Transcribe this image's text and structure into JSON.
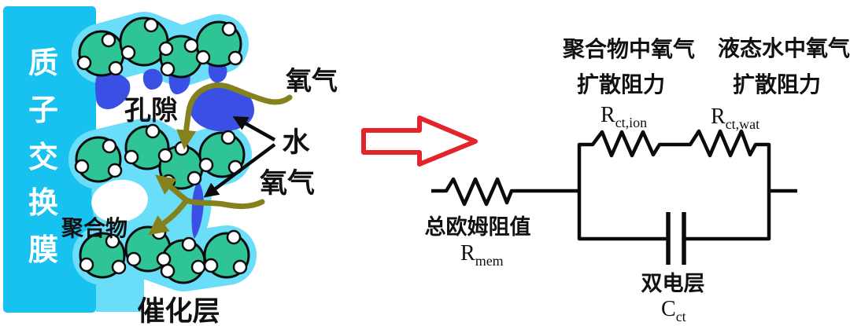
{
  "membrane": {
    "label": "质子交换膜",
    "chars": [
      "质",
      "子",
      "交",
      "换",
      "膜"
    ]
  },
  "left_diagram": {
    "pore_label": "孔隙",
    "polymer_label": "聚合物",
    "catalyst_layer_label": "催化层",
    "oxygen_top_label": "氧气",
    "water_label": "水",
    "oxygen_bottom_label": "氧气"
  },
  "equivalent_circuit": {
    "polymer_o2_label_line1": "聚合物中氧气",
    "polymer_o2_label_line2": "扩散阻力",
    "liquid_water_o2_label_line1": "液态水中氧气",
    "liquid_water_o2_label_line2": "扩散阻力",
    "r_ct_ion": {
      "base": "R",
      "sub": "ct,ion"
    },
    "r_ct_wat": {
      "base": "R",
      "sub": "ct,wat"
    },
    "ohmic_label": "总欧姆阻值",
    "r_mem": {
      "base": "R",
      "sub": "mem"
    },
    "double_layer_label": "双电层",
    "c_ct": {
      "base": "C",
      "sub": "ct"
    }
  },
  "colors": {
    "membrane": "#17C2F1",
    "ionomer": "#6ADDF8",
    "particle": "#2FC496",
    "water": "#3A50E5",
    "oxygen-arrow": "#85821E",
    "red-arrow": "#E3242B",
    "ink": "#111111"
  }
}
